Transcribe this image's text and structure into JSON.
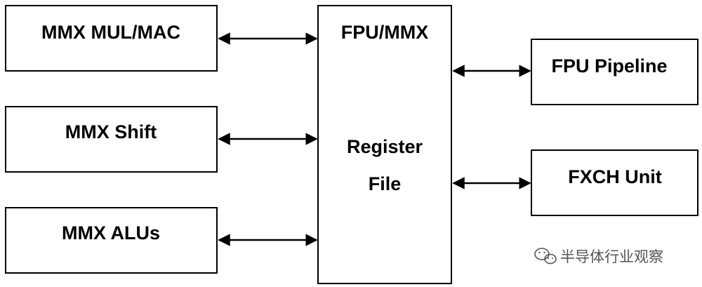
{
  "blocks": {
    "mmx_mul_mac": "MMX MUL/MAC",
    "mmx_shift": "MMX Shift",
    "mmx_alus": "MMX ALUs",
    "register_file_title": "FPU/MMX",
    "register_file_line1": "Register",
    "register_file_line2": "File",
    "fpu_pipeline": "FPU Pipeline",
    "fxch_unit": "FXCH Unit"
  },
  "watermark": {
    "text": "半导体行业观察",
    "icon": "wechat-icon"
  },
  "colors": {
    "stroke": "#000000",
    "background": "#ffffff",
    "watermark": "#555555"
  }
}
